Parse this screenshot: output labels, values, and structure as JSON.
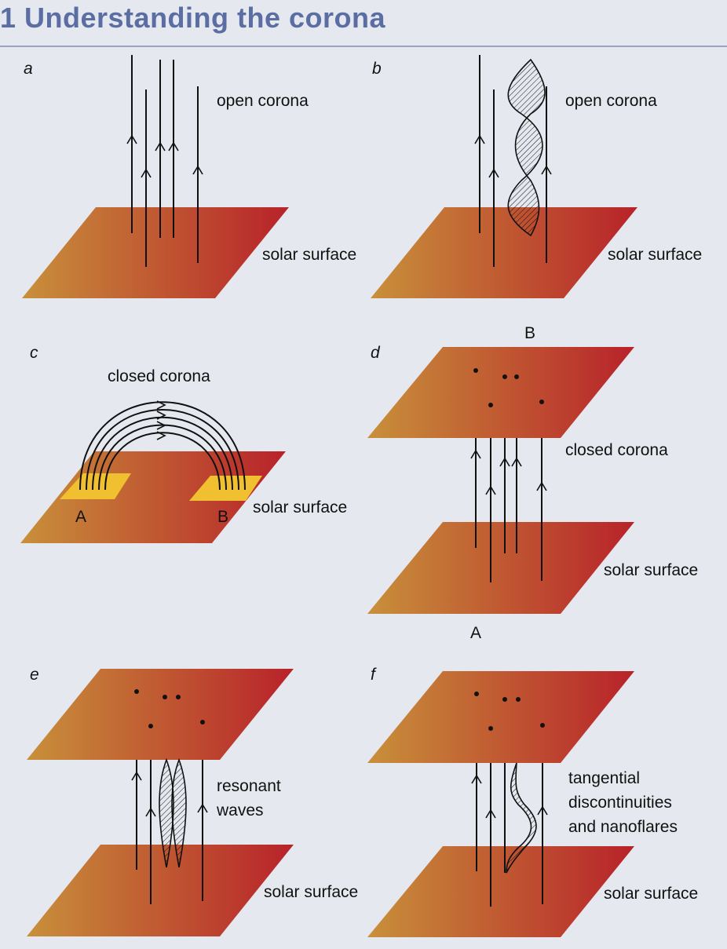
{
  "title": "1 Understanding the corona",
  "colors": {
    "surface_left": "#c8903a",
    "surface_right": "#b8222a",
    "footpoint": "#f0c030",
    "title": "#5b6ea3",
    "background": "#e5e8ee"
  },
  "panels": {
    "a": {
      "letter": "a",
      "label_top": "open corona",
      "label_surface": "solar surface"
    },
    "b": {
      "letter": "b",
      "label_top": "open corona",
      "label_surface": "solar surface"
    },
    "c": {
      "letter": "c",
      "label_top": "closed corona",
      "label_surface": "solar surface",
      "footpoint_a": "A",
      "footpoint_b": "B"
    },
    "d": {
      "letter": "d",
      "label_top": "B",
      "label_mid": "closed corona",
      "label_surface": "solar surface",
      "label_bottom": "A"
    },
    "e": {
      "letter": "e",
      "label_waves_1": "resonant",
      "label_waves_2": "waves",
      "label_surface": "solar surface"
    },
    "f": {
      "letter": "f",
      "label_1": "tangential",
      "label_2": "discontinuities",
      "label_3": "and nanoflares",
      "label_surface": "solar surface"
    }
  }
}
